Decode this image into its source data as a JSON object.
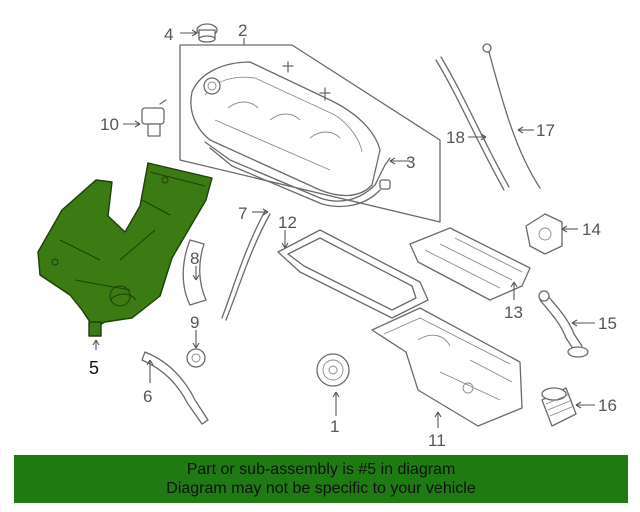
{
  "callouts": {
    "c1": "1",
    "c2": "2",
    "c3": "3",
    "c4": "4",
    "c5": "5",
    "c6": "6",
    "c7": "7",
    "c8": "8",
    "c9": "9",
    "c10": "10",
    "c11": "11",
    "c12": "12",
    "c13": "13",
    "c14": "14",
    "c15": "15",
    "c16": "16",
    "c17": "17",
    "c18": "18"
  },
  "highlight_color": "#3c7a14",
  "banner": {
    "line1": "Part or sub-assembly is #5 in diagram",
    "line2": "Diagram may not be specific to your vehicle",
    "background": "#1f7a12"
  }
}
